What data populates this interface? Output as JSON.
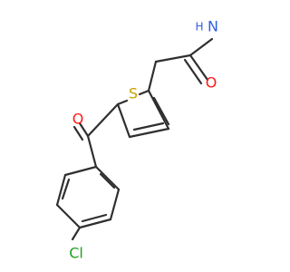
{
  "molecule": {
    "atoms": {
      "n": "N",
      "h": "H",
      "o_amide": "O",
      "s": "S",
      "o_ketone": "O",
      "cl": "Cl"
    },
    "colors": {
      "bond": "#2f2f2f",
      "nitrogen": "#2f5fe0",
      "oxygen": "#ff1a1a",
      "sulfur": "#c8a000",
      "chlorine": "#1fa01f"
    }
  }
}
